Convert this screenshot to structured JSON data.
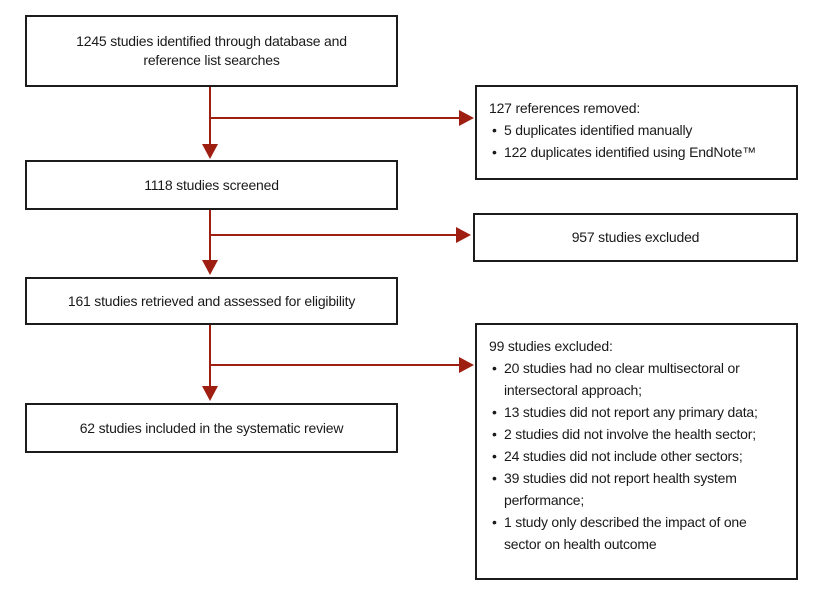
{
  "colors": {
    "arrow": "#9e1f11",
    "box_border": "#1c1c1c",
    "text": "#1a1a1a",
    "background": "#ffffff"
  },
  "ui": {
    "bullet": "•"
  },
  "flowchart": {
    "main_boxes": [
      {
        "text": "1245 studies identified through database and reference list searches"
      },
      {
        "text": "1118 studies screened"
      },
      {
        "text": "161 studies retrieved and assessed for eligibility"
      },
      {
        "text": "62 studies included in the systematic review"
      }
    ],
    "side_boxes": [
      {
        "title": "127 references removed:",
        "bullets": [
          "5 duplicates identified manually",
          "122 duplicates identified using EndNote™"
        ]
      },
      {
        "title": "957 studies excluded",
        "bullets": []
      },
      {
        "title": "99 studies excluded:",
        "bullets": [
          "20 studies had no clear multisectoral or intersectoral approach;",
          "13 studies did not report any primary data;",
          "2 studies did not involve the health sector;",
          "24 studies did not include other sectors;",
          "39 studies did not report health system performance;",
          "1 study only described the impact of one sector on health outcome"
        ]
      }
    ]
  }
}
